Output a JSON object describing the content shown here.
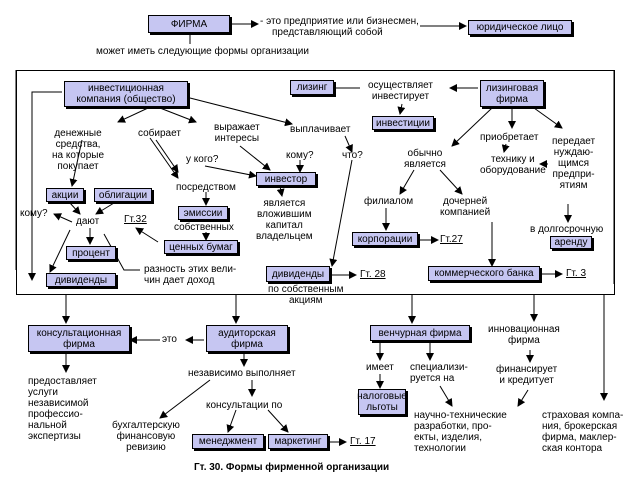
{
  "nodes": {
    "firma": "ФИРМА",
    "yur_lico": "юридическое лицо",
    "invest_company_1": "инвестиционная",
    "invest_company_2": "компания (общество)",
    "lizing": "лизинг",
    "investicii": "инвестиции",
    "lizing_firma_1": "лизинговая",
    "lizing_firma_2": "фирма",
    "akcii": "акции",
    "obligacii": "облигации",
    "emissii": "эмиссии",
    "investor": "инвестор",
    "procent": "процент",
    "dividendy_1": "дивиденды",
    "cennyh_bumag": "ценных бумаг",
    "dividendy_2": "дивиденды",
    "korporacii": "корпорации",
    "kommercheskogo_banka": "коммерческого банка",
    "arendu": "аренду",
    "konsult_firma_1": "консультационная",
    "konsult_firma_2": "фирма",
    "audit_firma_1": "аудиторская",
    "audit_firma_2": "фирма",
    "venchur_firma": "венчурная фирма",
    "nalog_lgoty_1": "налоговые",
    "nalog_lgoty_2": "льготы",
    "menedzhment": "менеджмент",
    "marketing": "маркетинг"
  },
  "labels": {
    "firma_def_1": "- это предприятие или бизнесмен,",
    "firma_def_2": "представляющий собой",
    "mozhet_1": "может иметь следующие формы организации",
    "osushchestvlyaet_1": "осуществляет",
    "osushchestvlyaet_2": "инвестирует",
    "den_sredstva_1": "денежные",
    "den_sredstva_2": "средства,",
    "den_sredstva_3": "на которые",
    "den_sredstva_4": "покупает",
    "sobiraet": "собирает",
    "vyrazhaet_1": "выражает",
    "vyrazhaet_2": "интересы",
    "u_kogo": "у кого?",
    "vyplachivaet": "выплачивает",
    "komu_1": "кому?",
    "chto": "что?",
    "obychno_1": "обычно",
    "obychno_2": "является",
    "priobretaet": "приобретает",
    "tehniku_1": "технику и",
    "tehniku_2": "оборудование",
    "peredaet_1": "передает",
    "peredaet_2": "нуждаю-",
    "peredaet_3": "щимся",
    "peredaet_4": "предпри-",
    "peredaet_5": "ятиям",
    "komu_2": "кому?",
    "dayut": "дают",
    "posredstvom": "посредством",
    "sobstvennyh": "собственных",
    "yavlyaetsya_1": "является",
    "yavlyaetsya_2": "вложившим",
    "yavlyaetsya_3": "капитал",
    "yavlyaetsya_4": "владельцем",
    "filialom": "филиалом",
    "dochernej_1": "дочерней",
    "dochernej_2": "компанией",
    "v_dolgosrochnuyu": "в долгосрочную",
    "raznost_1": "разность этих вели-",
    "raznost_2": "чин дает доход",
    "po_sobstvennym_1": "по собственным",
    "po_sobstvennym_2": "акциям",
    "eto": "это",
    "innovac_1": "инновационная",
    "innovac_2": "фирма",
    "predostavlyaet_1": "предоставляет",
    "predostavlyaet_2": "услуги",
    "predostavlyaet_3": "независимой",
    "predostavlyaet_4": "профессио-",
    "predostavlyaet_5": "нальной",
    "predostavlyaet_6": "экспертизы",
    "nezavisimo": "независимо выполняет",
    "konsultacii": "консультации по",
    "buhgalterskuyu_1": "бухгалтерскую",
    "buhgalterskuyu_2": "финансовую",
    "buhgalterskuyu_3": "ревизию",
    "imeet": "имеет",
    "specializ_1": "специализи-",
    "specializ_2": "руется на",
    "finansiruet_1": "финансирует",
    "finansiruet_2": "и кредитует",
    "nauchno_1": "научно-технические",
    "nauchno_2": "разработки, про-",
    "nauchno_3": "екты, изделия,",
    "nauchno_4": "технологии",
    "strahovaya_1": "страховая компа-",
    "strahovaya_2": "ния, брокерская",
    "strahovaya_3": "фирма, маклер-",
    "strahovaya_4": "ская контора"
  },
  "refs": {
    "gt32": "Гт.32",
    "gt27": "Гт.27",
    "gt28": "Гт. 28",
    "gt3": "Гт. 3",
    "gt17": "Гт. 17"
  },
  "caption": "Гт. 30. Формы фирменной организации",
  "colors": {
    "box_fill": "#c6c6f2",
    "stroke": "#000000"
  }
}
